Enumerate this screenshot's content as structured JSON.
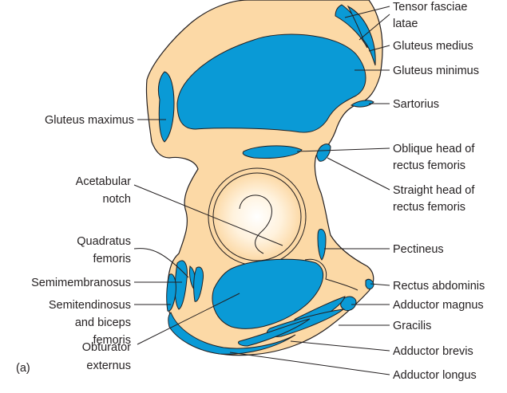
{
  "colors": {
    "bone": "#fcd9a6",
    "muscle": "#0a9ad6",
    "line": "#231f20"
  },
  "labels": {
    "tensor_fasciae_latae_1": "Tensor fasciae",
    "tensor_fasciae_latae_2": "latae",
    "gluteus_medius": "Gluteus medius",
    "gluteus_minimus": "Gluteus minimus",
    "sartorius": "Sartorius",
    "gluteus_maximus": "Gluteus maximus",
    "oblique_head_1": "Oblique head of",
    "oblique_head_2": "rectus femoris",
    "straight_head_1": "Straight head of",
    "straight_head_2": "rectus femoris",
    "acetabular_notch_1": "Acetabular",
    "acetabular_notch_2": "notch",
    "pectineus": "Pectineus",
    "quadratus_femoris_1": "Quadratus",
    "quadratus_femoris_2": "femoris",
    "semimembranosus": "Semimembranosus",
    "rectus_abdominis": "Rectus abdominis",
    "semitendinosus_1": "Semitendinosus",
    "semitendinosus_2": "and biceps",
    "semitendinosus_3": "femoris",
    "adductor_magnus": "Adductor magnus",
    "gracilis": "Gracilis",
    "obturator_externus_1": "Obturator",
    "obturator_externus_2": "externus",
    "adductor_brevis": "Adductor brevis",
    "adductor_longus": "Adductor longus",
    "panel_letter": "(a)"
  }
}
